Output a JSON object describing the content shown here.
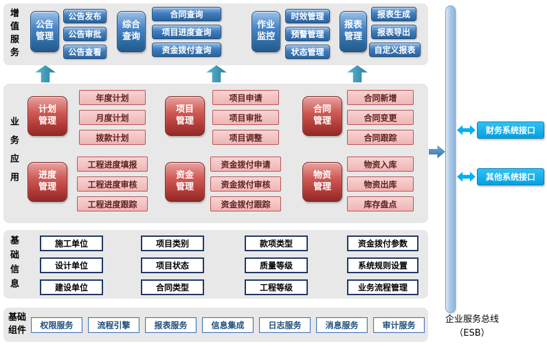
{
  "value_services": {
    "label": "增值服务",
    "groups": [
      {
        "title": "公告管理",
        "items": [
          "公告发布",
          "公告审批",
          "公告查看"
        ]
      },
      {
        "title": "综合查询",
        "items": [
          "合同查询",
          "项目进度查询",
          "资金拨付查询"
        ]
      },
      {
        "title": "作业监控",
        "items": [
          "时效管理",
          "预警管理",
          "状态管理"
        ]
      },
      {
        "title": "报表管理",
        "items": [
          "报表生成",
          "报表导出",
          "自定义报表"
        ]
      }
    ]
  },
  "business": {
    "label": "业务应用",
    "groups": [
      {
        "title": "计划管理",
        "items": [
          "年度计划",
          "月度计划",
          "拨款计划"
        ]
      },
      {
        "title": "项目管理",
        "items": [
          "项目申请",
          "项目审批",
          "项目调整"
        ]
      },
      {
        "title": "合同管理",
        "items": [
          "合同新增",
          "合同变更",
          "合同跟踪"
        ]
      },
      {
        "title": "进度管理",
        "items": [
          "工程进度填报",
          "工程进度审核",
          "工程进度跟踪"
        ]
      },
      {
        "title": "资金管理",
        "items": [
          "资金拨付申请",
          "资金拨付审核",
          "资金拨付跟踪"
        ]
      },
      {
        "title": "物资管理",
        "items": [
          "物资入库",
          "物资出库",
          "库存盘点"
        ]
      }
    ]
  },
  "basic_info": {
    "label": "基础信息",
    "items": [
      "施工单位",
      "设计单位",
      "建设单位",
      "项目类别",
      "项目状态",
      "合同类型",
      "款项类型",
      "质量等级",
      "工程等级",
      "资金拨付参数",
      "系统规则设置",
      "业务流程管理"
    ]
  },
  "components": {
    "label": "基础组件",
    "items": [
      "权限服务",
      "流程引擎",
      "报表服务",
      "信息集成",
      "日志服务",
      "消息服务",
      "审计服务"
    ]
  },
  "esb": {
    "bus_label_line1": "企业服务总线",
    "bus_label_line2": "（ESB）",
    "interfaces": [
      "财务系统接口",
      "其他系统接口"
    ]
  },
  "colors": {
    "blue_module": "#2e6da4",
    "red_module": "#b03a36",
    "pink_item": "#f1bdbd",
    "teal_arrow": "#2f8dad",
    "cyan_interface": "#00b0f0",
    "esb_bar": "#aac9e8",
    "band_bg": "#e9e8e8"
  }
}
